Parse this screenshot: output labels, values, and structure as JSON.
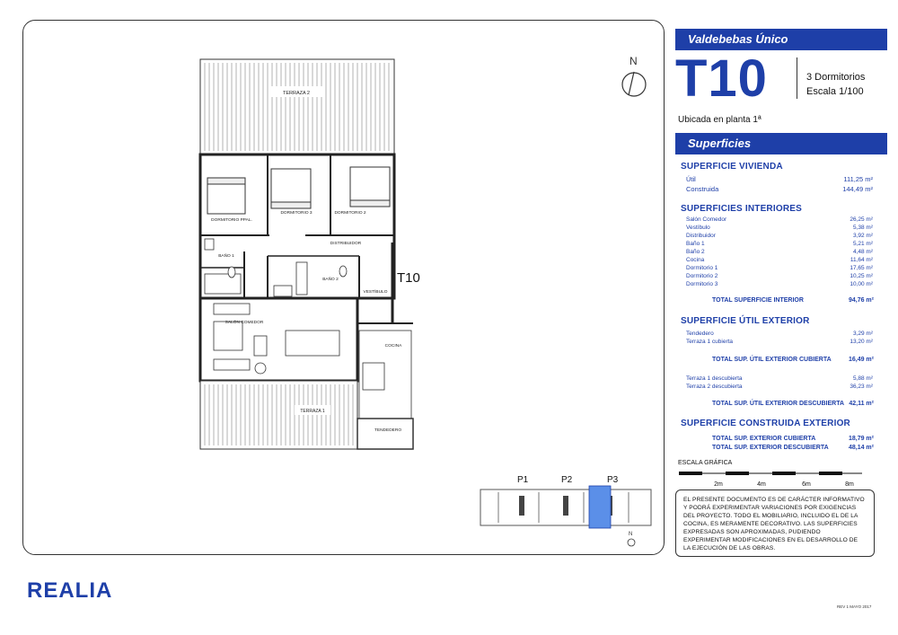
{
  "project": "Valdebebas Único",
  "unit": {
    "code": "T10",
    "bedrooms": "3 Dormitorios",
    "scale": "Escala 1/100",
    "floor": "Ubicada en planta 1ª"
  },
  "superficies_title": "Superficies",
  "vivienda": {
    "title": "SUPERFICIE VIVIENDA",
    "rows": [
      {
        "label": "Útil",
        "value": "111,25 m²"
      },
      {
        "label": "Construida",
        "value": "144,49 m²"
      }
    ]
  },
  "interiores": {
    "title": "SUPERFICIES INTERIORES",
    "rows": [
      {
        "label": "Salón Comedor",
        "value": "26,25 m²"
      },
      {
        "label": "Vestíbulo",
        "value": "5,38 m²"
      },
      {
        "label": "Distribuidor",
        "value": "3,92 m²"
      },
      {
        "label": "Baño 1",
        "value": "5,21 m²"
      },
      {
        "label": "Baño 2",
        "value": "4,48 m²"
      },
      {
        "label": "Cocina",
        "value": "11,64 m²"
      },
      {
        "label": "Dormitorio 1",
        "value": "17,65 m²"
      },
      {
        "label": "Dormitorio 2",
        "value": "10,25 m²"
      },
      {
        "label": "Dormitorio 3",
        "value": "10,00 m²"
      }
    ],
    "total": {
      "label": "TOTAL SUPERFICIE INTERIOR",
      "value": "94,76 m²"
    }
  },
  "util_exterior": {
    "title": "SUPERFICIE ÚTIL EXTERIOR",
    "rows_cubierta": [
      {
        "label": "Tendedero",
        "value": "3,29 m²"
      },
      {
        "label": "Terraza 1 cubierta",
        "value": "13,20 m²"
      }
    ],
    "total_cubierta": {
      "label": "TOTAL SUP. ÚTIL EXTERIOR CUBIERTA",
      "value": "16,49 m²"
    },
    "rows_descubierta": [
      {
        "label": "Terraza 1 descubierta",
        "value": "5,88 m²"
      },
      {
        "label": "Terraza 2 descubierta",
        "value": "36,23 m²"
      }
    ],
    "total_descubierta": {
      "label": "TOTAL SUP. ÚTIL EXTERIOR DESCUBIERTA",
      "value": "42,11 m²"
    }
  },
  "construida_exterior": {
    "title": "SUPERFICIE CONSTRUIDA EXTERIOR",
    "rows": [
      {
        "label": "TOTAL SUP.  EXTERIOR CUBIERTA",
        "value": "18,79 m²"
      },
      {
        "label": "TOTAL SUP.  EXTERIOR DESCUBIERTA",
        "value": "48,14 m²"
      }
    ]
  },
  "escala_grafica": {
    "label": "ESCALA GRÁFICA",
    "ticks": [
      "2m",
      "4m",
      "6m",
      "8m"
    ]
  },
  "disclaimer": "EL PRESENTE DOCUMENTO ES DE CARÁCTER INFORMATIVO Y PODRÁ EXPERIMENTAR VARIACIONES POR EXIGENCIAS DEL PROYECTO. TODO EL MOBILIARIO, INCLUIDO EL DE LA COCINA, ES MERAMENTE DECORATIVO. LAS SUPERFICIES EXPRESADAS SON APROXIMADAS, PUDIENDO EXPERIMENTAR MODIFICACIONES EN EL DESARROLLO DE LA EJECUCIÓN DE LAS OBRAS.",
  "plan": {
    "north": "N",
    "unit_label": "T10",
    "rooms": {
      "terraza2": "TERRAZA 2",
      "dorm_ppal": "DORMITORIO PPAL.",
      "dorm3": "DORMITORIO 3",
      "dorm2": "DORMITORIO 2",
      "distribuidor": "DISTRIBUIDOR",
      "bano1": "BAÑO 1",
      "bano2": "BAÑO 2",
      "vestibulo": "VESTÍBULO",
      "salon": "SALÓN COMEDOR",
      "cocina": "COCINA",
      "terraza1": "TERRAZA 1",
      "tendedero": "TENDEDERO"
    }
  },
  "keyplan": {
    "labels": [
      "P1",
      "P2",
      "P3"
    ],
    "north": "N"
  },
  "logo": "REALIA",
  "revision": "REV 1 MAYO 2017",
  "colors": {
    "brand": "#1e3fa8",
    "highlight": "#5b8fe8"
  }
}
